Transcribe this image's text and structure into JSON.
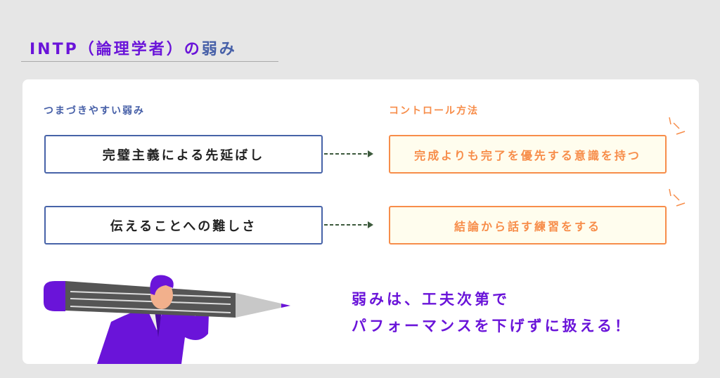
{
  "header": {
    "title_main": "INTP（論理学者）の",
    "title_accent": "弱み"
  },
  "columns": {
    "weakness_label": "つまづきやすい弱み",
    "control_label": "コントロール方法"
  },
  "rows": [
    {
      "weakness": "完璧主義による先延ばし",
      "control": "完成よりも完了を優先する意識を持つ"
    },
    {
      "weakness": "伝えることへの難しさ",
      "control": "結論から話す練習をする"
    }
  ],
  "message": {
    "line1": "弱みは、工夫次第で",
    "line2": "パフォーマンスを下げずに扱える！"
  },
  "colors": {
    "purple": "#6a14d9",
    "blue": "#4763a8",
    "orange": "#f78d4a",
    "arrow": "#3d5a3d"
  }
}
